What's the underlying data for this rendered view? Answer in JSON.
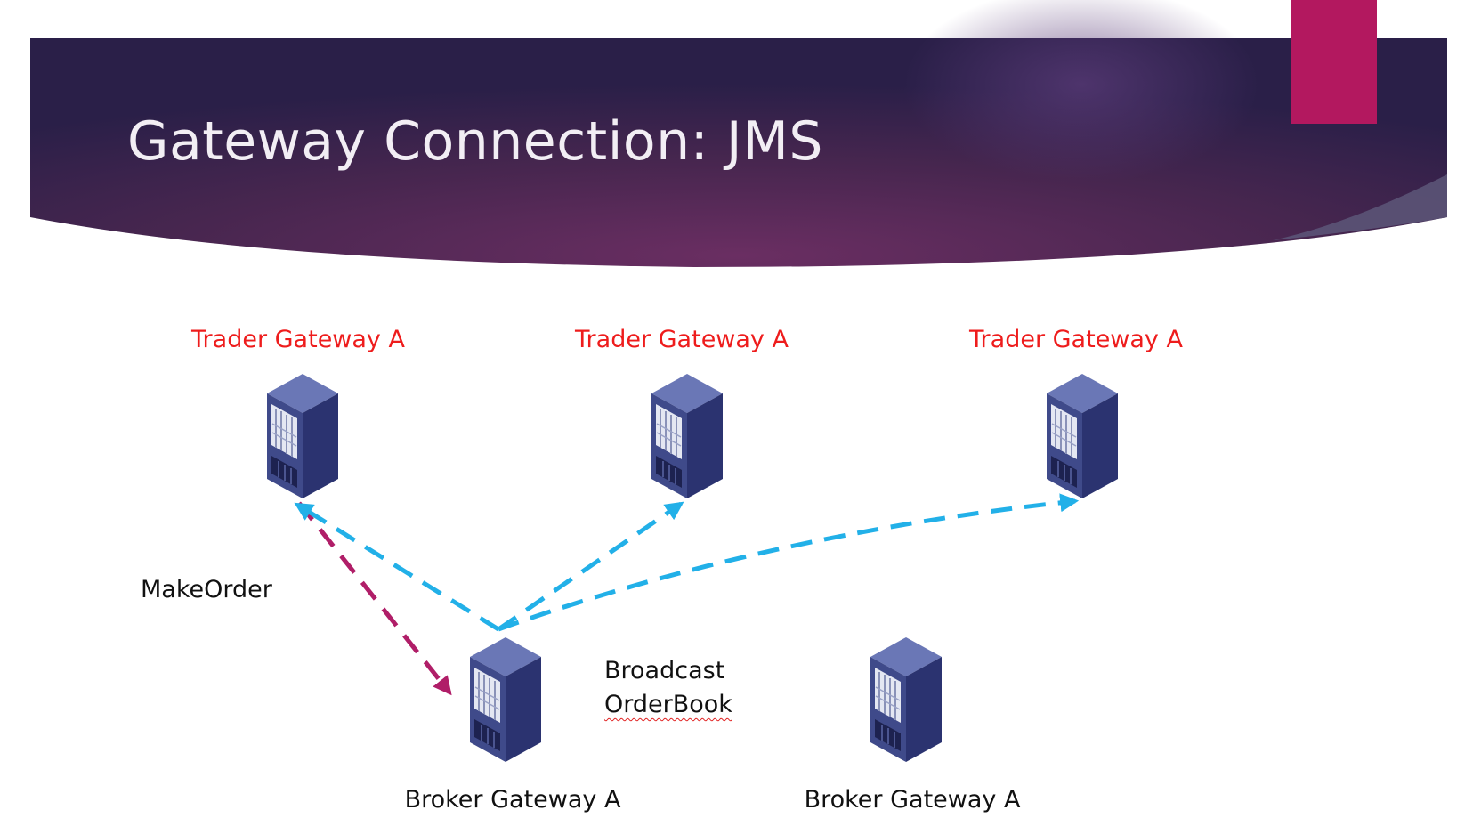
{
  "slide": {
    "title": "Gateway Connection: JMS"
  },
  "colors": {
    "banner_dark": "#2a1f48",
    "banner_mid": "#6a2e62",
    "accent_magenta": "#b3185f",
    "trader_label": "#ee1c1c",
    "broadcast_arrow": "#22b0e8",
    "order_arrow": "#b01e68",
    "server_body": "#3f4a8a"
  },
  "diagram": {
    "nodes": [
      {
        "id": "trader-1",
        "label": "Trader Gateway A",
        "role": "trader",
        "icon": "server-rack-icon"
      },
      {
        "id": "trader-2",
        "label": "Trader Gateway A",
        "role": "trader",
        "icon": "server-rack-icon"
      },
      {
        "id": "trader-3",
        "label": "Trader Gateway A",
        "role": "trader",
        "icon": "server-rack-icon"
      },
      {
        "id": "broker-1",
        "label": "Broker Gateway A",
        "role": "broker",
        "icon": "server-rack-icon"
      },
      {
        "id": "broker-2",
        "label": "Broker Gateway A",
        "role": "broker",
        "icon": "server-rack-icon"
      }
    ],
    "edges": [
      {
        "from": "trader-1",
        "to": "broker-1",
        "style": "dashed",
        "color": "#b01e68"
      },
      {
        "from": "broker-1",
        "to": "trader-1",
        "style": "dashed",
        "color": "#22b0e8"
      },
      {
        "from": "broker-1",
        "to": "trader-2",
        "style": "dashed",
        "color": "#22b0e8"
      },
      {
        "from": "broker-1",
        "to": "trader-3",
        "style": "dashed",
        "color": "#22b0e8"
      }
    ],
    "annotations": {
      "make_order": "MakeOrder",
      "broadcast_line1": "Broadcast",
      "broadcast_line2": "OrderBook"
    }
  }
}
